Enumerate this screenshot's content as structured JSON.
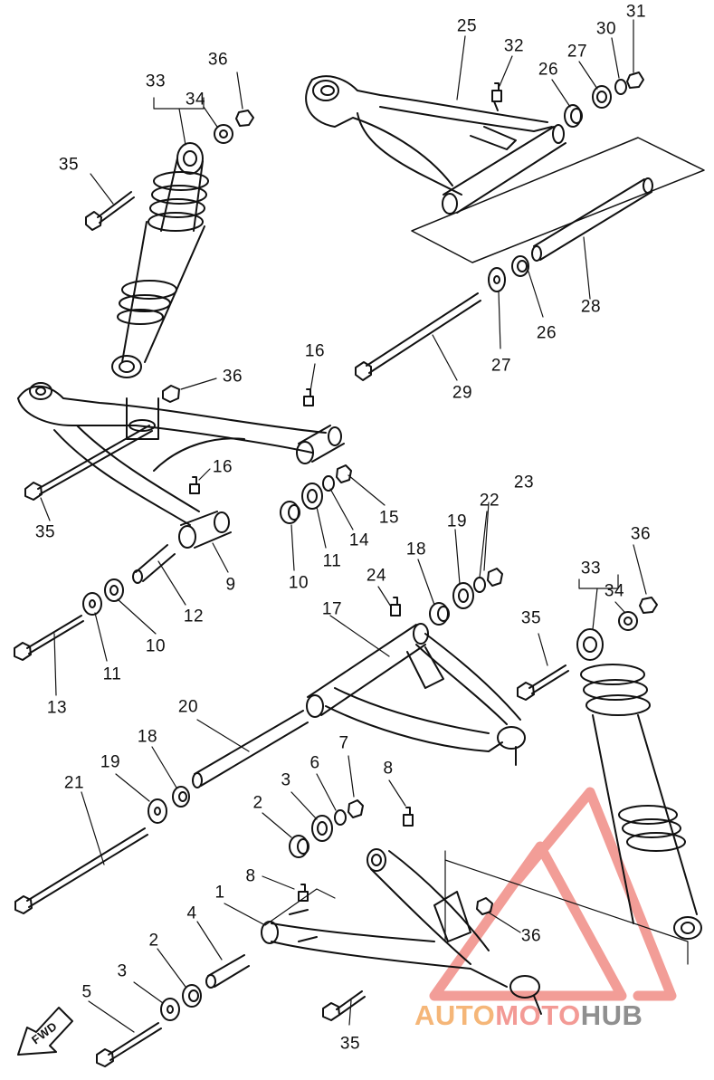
{
  "diagram": {
    "callouts": [
      {
        "id": "c25",
        "text": "25"
      },
      {
        "id": "c31",
        "text": "31"
      },
      {
        "id": "c32",
        "text": "32"
      },
      {
        "id": "c30",
        "text": "30"
      },
      {
        "id": "c27a",
        "text": "27"
      },
      {
        "id": "c26a",
        "text": "26"
      },
      {
        "id": "c36a",
        "text": "36"
      },
      {
        "id": "c33a",
        "text": "33"
      },
      {
        "id": "c34a",
        "text": "34"
      },
      {
        "id": "c35a",
        "text": "35"
      },
      {
        "id": "c28",
        "text": "28"
      },
      {
        "id": "c26b",
        "text": "26"
      },
      {
        "id": "c27b",
        "text": "27"
      },
      {
        "id": "c29",
        "text": "29"
      },
      {
        "id": "c16a",
        "text": "16"
      },
      {
        "id": "c36b",
        "text": "36"
      },
      {
        "id": "c16b",
        "text": "16"
      },
      {
        "id": "c35b",
        "text": "35"
      },
      {
        "id": "c23",
        "text": "23"
      },
      {
        "id": "c15",
        "text": "15"
      },
      {
        "id": "c14",
        "text": "14"
      },
      {
        "id": "c11a",
        "text": "11"
      },
      {
        "id": "c10a",
        "text": "10"
      },
      {
        "id": "c9",
        "text": "9"
      },
      {
        "id": "c12",
        "text": "12"
      },
      {
        "id": "c10b",
        "text": "10"
      },
      {
        "id": "c11b",
        "text": "11"
      },
      {
        "id": "c13",
        "text": "13"
      },
      {
        "id": "c22",
        "text": "22"
      },
      {
        "id": "c19a",
        "text": "19"
      },
      {
        "id": "c18a",
        "text": "18"
      },
      {
        "id": "c24",
        "text": "24"
      },
      {
        "id": "c36c",
        "text": "36"
      },
      {
        "id": "c33b",
        "text": "33"
      },
      {
        "id": "c34b",
        "text": "34"
      },
      {
        "id": "c35c",
        "text": "35"
      },
      {
        "id": "c17",
        "text": "17"
      },
      {
        "id": "c20",
        "text": "20"
      },
      {
        "id": "c18b",
        "text": "18"
      },
      {
        "id": "c19b",
        "text": "19"
      },
      {
        "id": "c21",
        "text": "21"
      },
      {
        "id": "c7",
        "text": "7"
      },
      {
        "id": "c6",
        "text": "6"
      },
      {
        "id": "c3a",
        "text": "3"
      },
      {
        "id": "c2a",
        "text": "2"
      },
      {
        "id": "c8a",
        "text": "8"
      },
      {
        "id": "c8b",
        "text": "8"
      },
      {
        "id": "c1",
        "text": "1"
      },
      {
        "id": "c4",
        "text": "4"
      },
      {
        "id": "c2b",
        "text": "2"
      },
      {
        "id": "c3b",
        "text": "3"
      },
      {
        "id": "c5",
        "text": "5"
      },
      {
        "id": "c36d",
        "text": "36"
      },
      {
        "id": "c35d",
        "text": "35"
      }
    ],
    "fwd_label": "FWD"
  },
  "watermark": {
    "part1": "AUTO",
    "part2": "MOTO",
    "part3": "HUB",
    "colors": {
      "auto": "#f5b678",
      "moto": "#f39a95",
      "hub": "#8f8f8f",
      "logo": "#f08c86"
    }
  }
}
